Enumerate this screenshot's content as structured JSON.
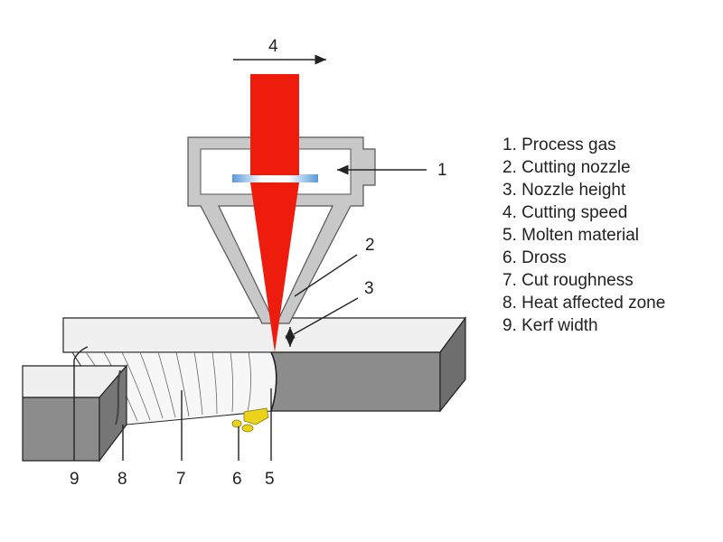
{
  "callouts": {
    "process_gas": "1",
    "cutting_nozzle": "2",
    "nozzle_height": "3",
    "cutting_speed": "4",
    "molten_material": "5",
    "dross": "6",
    "cut_roughness": "7",
    "heat_affected_zone": "8",
    "kerf_width": "9"
  },
  "legend": [
    "1. Process gas",
    "2. Cutting nozzle",
    "3. Nozzle height",
    "4. Cutting speed",
    "5. Molten material",
    "6. Dross",
    "7. Cut roughness",
    "8. Heat affected zone",
    "9. Kerf width"
  ],
  "colors": {
    "laser_beam": "#ee1c0c",
    "nozzle": "#c8c8c8",
    "plate_top": "#f0f0f0",
    "plate_side": "#8c8c8c",
    "dross": "#ecd21a",
    "gas_lens": "#5a9ad8"
  }
}
